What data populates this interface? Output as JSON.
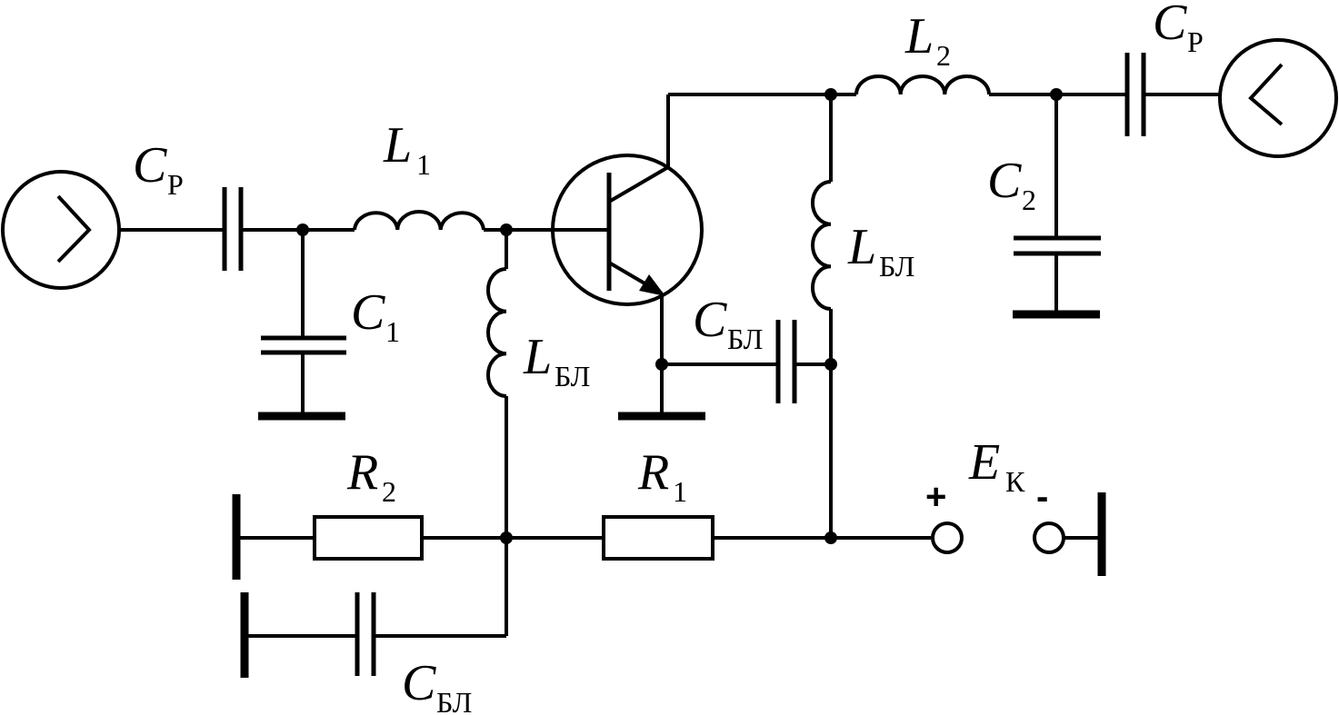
{
  "diagram": {
    "labels": {
      "cp_in": {
        "main": "C",
        "sub": "Р"
      },
      "l1": {
        "main": "L",
        "sub": "1"
      },
      "c1": {
        "main": "C",
        "sub": "1"
      },
      "lbl_b": {
        "main": "L",
        "sub": "БЛ"
      },
      "l2": {
        "main": "L",
        "sub": "2"
      },
      "cp_out": {
        "main": "C",
        "sub": "Р"
      },
      "c2": {
        "main": "C",
        "sub": "2"
      },
      "lbl_c": {
        "main": "L",
        "sub": "БЛ"
      },
      "cbl_e": {
        "main": "C",
        "sub": "БЛ"
      },
      "r2": {
        "main": "R",
        "sub": "2"
      },
      "r1": {
        "main": "R",
        "sub": "1"
      },
      "ek": {
        "main": "E",
        "sub": "К"
      },
      "cbl_b": {
        "main": "C",
        "sub": "БЛ"
      },
      "plus": "+",
      "minus": "-"
    }
  }
}
